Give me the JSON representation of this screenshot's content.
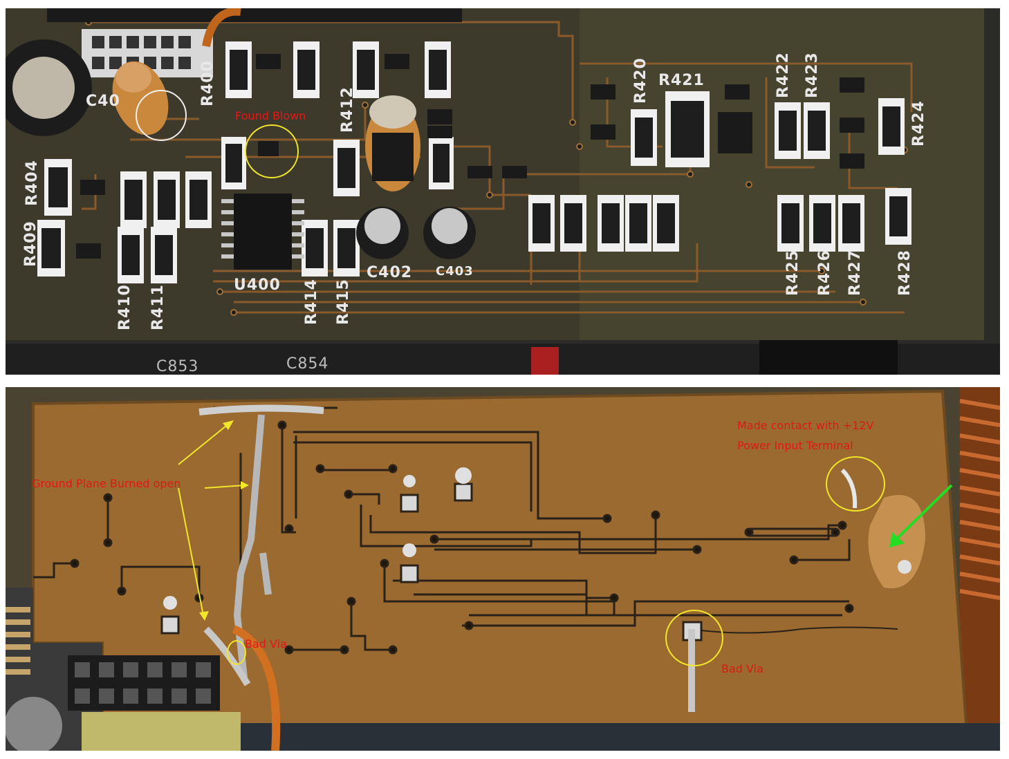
{
  "top_board": {
    "labels": {
      "r400": "R400",
      "r404": "R404",
      "r409": "R409",
      "r410": "R410",
      "r411": "R411",
      "r412": "R412",
      "r414": "R414",
      "r415": "R415",
      "r420": "R420",
      "r421": "R421",
      "r422": "R422",
      "r423": "R423",
      "r424": "R424",
      "r425": "R425",
      "r426": "R426",
      "r427": "R427",
      "r428": "R428",
      "u400": "U400",
      "c402": "C402",
      "c403": "C403",
      "c40": "C40",
      "c853": "C853",
      "c854": "C854"
    },
    "annotations": {
      "found_blown": "Found Blown"
    }
  },
  "bottom_board": {
    "annotations": {
      "ground_plane": "Ground Plane Burned open",
      "bad_via_left": "Bad Via",
      "bad_via_right": "Bad Via",
      "contact_line1": "Made contact with +12V",
      "contact_line2": "Power Input Terminal"
    }
  },
  "colors": {
    "annotation_text": "#e01818",
    "highlight_circle": "#f2e62a",
    "arrow_yellow": "#f2e62a",
    "arrow_green": "#22dd22"
  }
}
